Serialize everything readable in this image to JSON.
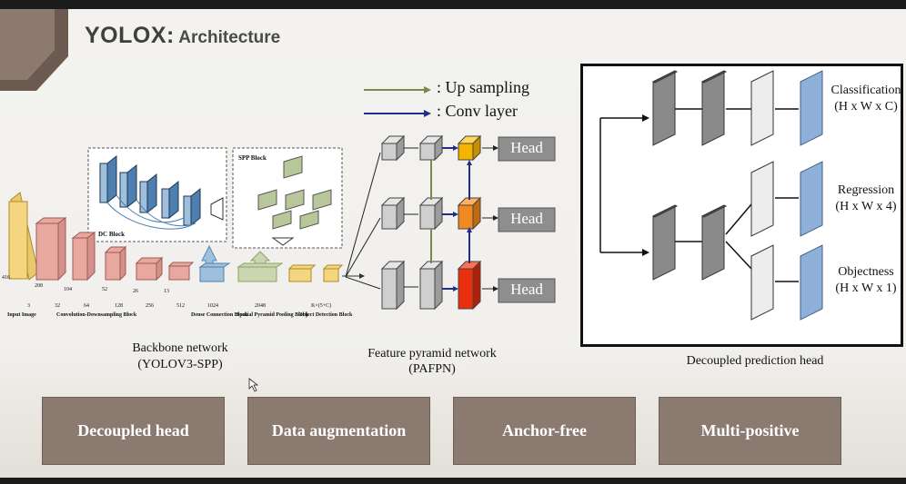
{
  "title": {
    "main": "YOLOX:",
    "sub": "Architecture"
  },
  "legend": {
    "up_sampling": ": Up sampling",
    "conv_layer": ": Conv layer",
    "up_color": "#7a8a4a",
    "conv_color": "#1d2f8a"
  },
  "backbone": {
    "label": "Backbone network",
    "sublabel": "(YOLOV3-SPP)",
    "dc_block": "DC Block",
    "spp_block": "SPP Block",
    "input_image": "Input Image",
    "blocks": [
      "Convolution-Downsampling Block",
      "Dense Connection Block",
      "Spatial Pyramid Pooling Block",
      "Object Detection Block"
    ],
    "dims": [
      "416",
      "208",
      "104",
      "52",
      "26",
      "13",
      "3",
      "32",
      "64",
      "128",
      "256",
      "512",
      "1024",
      "2048",
      "K×(5+C)"
    ]
  },
  "fpn": {
    "label": "Feature pyramid network",
    "sublabel": "(PAFPN)",
    "heads": [
      "Head",
      "Head",
      "Head"
    ]
  },
  "prediction_head": {
    "label": "Decoupled prediction head",
    "outputs": [
      {
        "name": "Classification",
        "shape": "(H x W x C)"
      },
      {
        "name": "Regression",
        "shape": "(H x W x 4)"
      },
      {
        "name": "Objectness",
        "shape": "(H x W x 1)"
      }
    ]
  },
  "features": [
    "Decoupled head",
    "Data augmentation",
    "Anchor-free",
    "Multi-positive"
  ],
  "colors": {
    "button_bg": "#8b7a70",
    "head_box": "#8e8e8e",
    "out_layer": "#8fb0d8"
  }
}
